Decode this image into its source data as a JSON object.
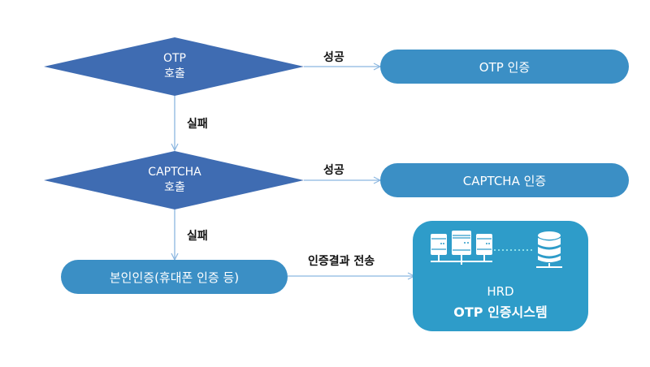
{
  "colors": {
    "decision_fill": "#3f6cb2",
    "process_fill": "#3b8fc5",
    "system_fill": "#2e9cc9",
    "connector": "#8bb6e0",
    "label_text": "#111111"
  },
  "nodes": {
    "otp_call": {
      "line1": "OTP",
      "line2": "호출",
      "shape": "decision"
    },
    "captcha_call": {
      "line1": "CAPTCHA",
      "line2": "호출",
      "shape": "decision"
    },
    "otp_auth": {
      "label": "OTP 인증",
      "shape": "terminal"
    },
    "captcha_auth": {
      "label": "CAPTCHA 인증",
      "shape": "terminal"
    },
    "identity_auth": {
      "label": "본인인증(휴대폰 인증 등)",
      "shape": "terminal"
    },
    "system": {
      "line1": "HRD",
      "line2": "OTP 인증시스템",
      "icons": [
        "server-cluster-icon",
        "database-icon"
      ]
    }
  },
  "edges": {
    "otp_success": "성공",
    "otp_fail": "실패",
    "captcha_success": "성공",
    "captcha_fail": "실패",
    "send_result": "인증결과 전송"
  }
}
